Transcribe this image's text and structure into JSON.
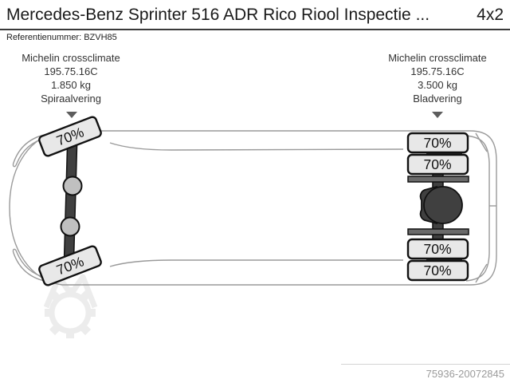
{
  "header": {
    "title": "Mercedes-Benz Sprinter 516 ADR Rico Riool Inspectie ...",
    "drivetrain": "4x2",
    "reference": "Referentienummer: BZVH85"
  },
  "front_axle": {
    "brand": "Michelin crossclimate",
    "size": "195.75.16C",
    "load": "1.850 kg",
    "suspension": "Spiraalvering"
  },
  "rear_axle": {
    "brand": "Michelin crossclimate",
    "size": "195.75.16C",
    "load": "3.500 kg",
    "suspension": "Bladvering"
  },
  "tires": {
    "front_top": "70%",
    "front_bottom": "70%",
    "rear_top_outer": "70%",
    "rear_top_inner": "70%",
    "rear_bottom_inner": "70%",
    "rear_bottom_outer": "70%"
  },
  "footer": {
    "listing_number": "75936-20072845"
  },
  "colors": {
    "tire_fill": "#e8e8e8",
    "axle_dark": "#404040",
    "body_outline": "#9a9a9a",
    "divider": "#3a3a3a"
  }
}
